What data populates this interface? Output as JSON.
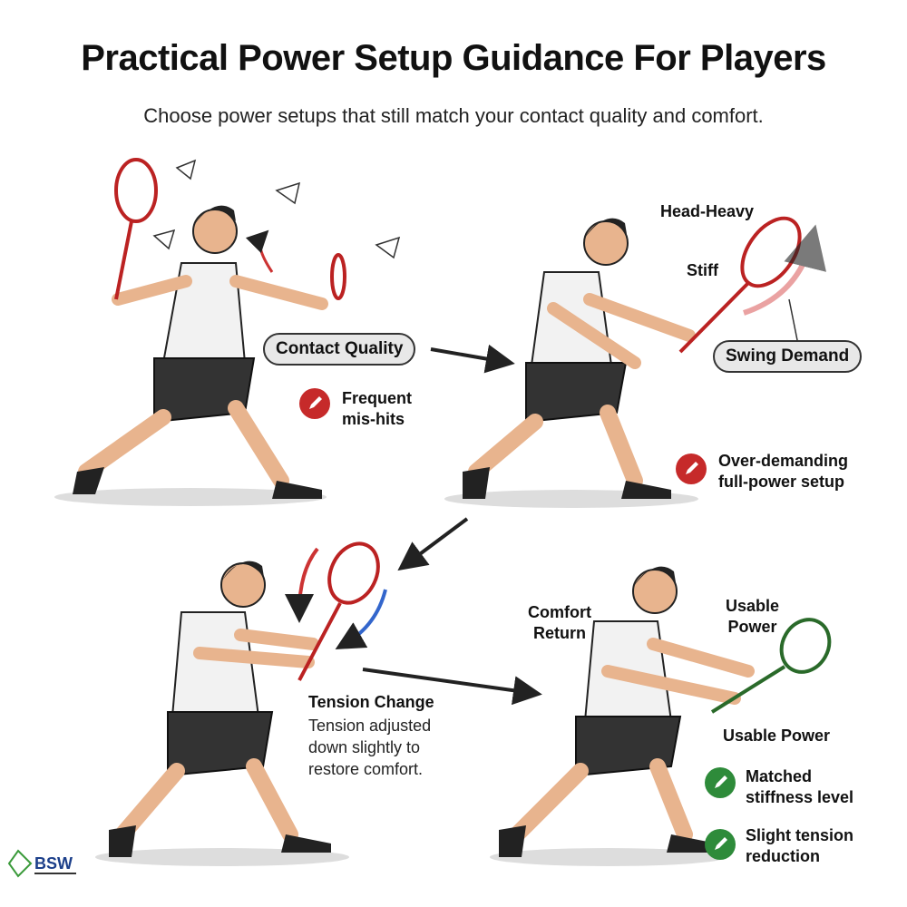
{
  "title": "Practical Power Setup Guidance For Players",
  "subtitle": "Choose power setups that still match your contact quality and comfort.",
  "panel1": {
    "pill": "Contact Quality",
    "badge_icon": "pencil-icon",
    "badge_color": "#c62a2a",
    "note_lines": [
      "Frequent",
      "mis-hits"
    ]
  },
  "panel2": {
    "label_head_heavy": "Head-Heavy",
    "label_stiff": "Stiff",
    "pill": "Swing Demand",
    "badge_icon": "pencil-icon",
    "badge_color": "#c62a2a",
    "note_lines": [
      "Over-demanding",
      "full-power setup"
    ]
  },
  "panel3": {
    "heading": "Tension Change",
    "desc_lines": [
      "Tension adjusted",
      "down slightly to",
      "restore comfort."
    ]
  },
  "panel4": {
    "label_comfort_lines": [
      "Comfort",
      "Return"
    ],
    "label_usable_lines": [
      "Usable",
      "Power"
    ],
    "heading": "Usable Power",
    "badge_color": "#2e8b3a",
    "items": [
      {
        "icon": "pencil-icon",
        "lines": [
          "Matched",
          "stiffness level"
        ]
      },
      {
        "icon": "pencil-icon",
        "lines": [
          "Slight tension",
          "reduction"
        ]
      }
    ]
  },
  "logo": {
    "text": "BSW"
  }
}
